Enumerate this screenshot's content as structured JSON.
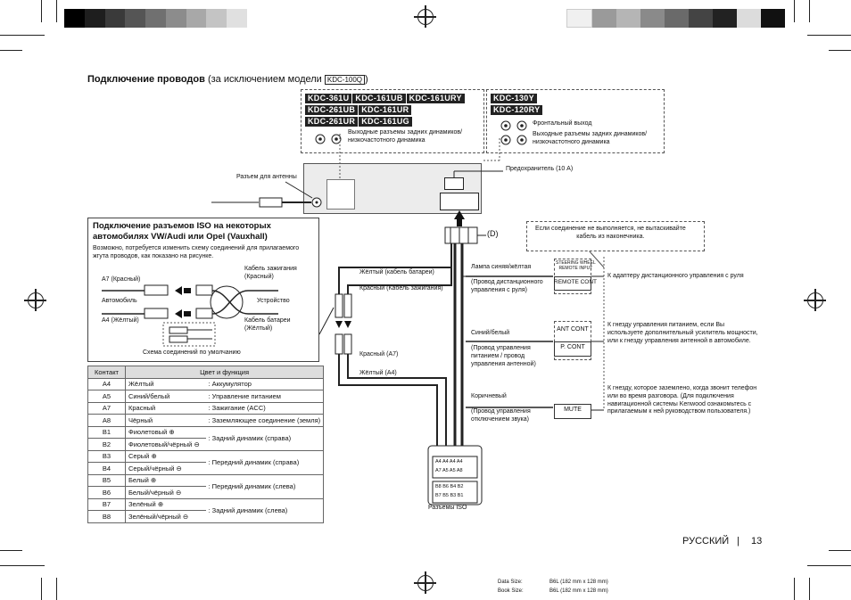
{
  "colors": {
    "swatches_left": [
      "#000000",
      "#1e1e1e",
      "#3a3a3a",
      "#555555",
      "#707070",
      "#8c8c8c",
      "#a8a8a8",
      "#c4c4c4",
      "#e0e0e0",
      "#f4f4f4"
    ],
    "swatches_right": [
      "#f0f0f0",
      "#d0d0d0",
      "#b0b0b0",
      "#909090",
      "#707070",
      "#505050",
      "#303030",
      "#101010",
      "#000000"
    ]
  },
  "section": {
    "title": "Подключение проводов",
    "subtitle": "(за исключением модели",
    "model_badge": "KDC-100Q",
    "close_paren": ")"
  },
  "models_left": [
    "KDC-361U",
    "KDC-161UB",
    "KDC-161URY",
    "KDC-261UB",
    "KDC-161UR",
    "KDC-261UR",
    "KDC-161UG"
  ],
  "models_right": [
    "KDC-130Y",
    "KDC-120RY"
  ],
  "rear_out_left": "Выходные разъемы задних динамиков/\nнизкочастотного динамика",
  "front_out": "Фронтальный выход",
  "rear_out_right": "Выходные разъемы задних динамиков/\nнизкочастотного динамика",
  "antenna_label": "Разъем для антенны",
  "fuse_label": "Предохранитель (10 A)",
  "d_label": "(D)",
  "iso_panel": {
    "title": "Подключение разъемов ISO на некоторых\nавтомобилях VW/Audi или Opel (Vauxhall)",
    "body": "Возможно, потребуется изменить схему соединений для прилагаемого\nжгута проводов, как показано на рисунке.",
    "a7": "A7 (Красный)",
    "car": "Автомобиль",
    "a4": "A4 (Жёлтый)",
    "ign_cable": "Кабель зажигания\n(Красный)",
    "device": "Устройство",
    "bat_cable": "Кабель батареи\n(Жёлтый)",
    "default": "Схема соединений по умолчанию"
  },
  "wires": {
    "yellow_bat": "Жёлтый (кабель батареи)",
    "red_ign": "Красный (Кабель зажигания)",
    "red_a7": "Красный (A7)",
    "yellow_a4": "Жёлтый (A4)",
    "blue_yellow": "Лампа синяя/жёлтая",
    "steer_remote": "(Провод дистанционного\nуправления с руля)",
    "blue_white": "Синий/белый",
    "power_ctrl": "(Провод управления\nпитанием / провод\nуправления антенной)",
    "brown": "Коричневый",
    "mute_ctrl": "(Провод управления\nотключением звука)",
    "iso_connectors": "Разъемы ISO"
  },
  "connectors": {
    "steer_box": "STEERING WHEEL\nREMOTE INPUT",
    "remote_cont": "REMOTE CONT",
    "ant_cont": "ANT CONT",
    "p_cont": "P. CONT",
    "mute": "MUTE"
  },
  "notes": {
    "no_pull": "Если соединение не выполняется, не вытаскивайте\nкабель из наконечника.",
    "steer": "К адаптеру дистанционного управления с руля",
    "power": "К гнезду управления питанием, если Вы\nиспользуете дополнительный усилитель мощности,\nили к гнезду управления антенной в автомобиле.",
    "mute": "К гнезду, которое заземлено, когда звонит телефон\nили во время разговора. (Для подключения\nнавигационной системы Kenwood ознакомьтесь с\nприлагаемым к ней руководством пользователя.)"
  },
  "iso_table": {
    "headers": [
      "Контакт",
      "Цвет и функция"
    ],
    "rows": [
      [
        "A4",
        "Жёлтый",
        ": Аккумулятор"
      ],
      [
        "A5",
        "Синий/белый",
        ": Управление питанием"
      ],
      [
        "A7",
        "Красный",
        ": Зажигание (ACC)"
      ],
      [
        "A8",
        "Чёрный",
        ": Заземляющее соединение (земля)"
      ],
      [
        "B1",
        "Фиолетовый",
        ": Задний динамик (справа)"
      ],
      [
        "B2",
        "Фиолетовый/чёрный",
        ""
      ],
      [
        "B3",
        "Серый",
        ": Передний динамик (справа)"
      ],
      [
        "B4",
        "Серый/чёрный",
        ""
      ],
      [
        "B5",
        "Белый",
        ": Передний динамик (слева)"
      ],
      [
        "B6",
        "Белый/чёрный",
        ""
      ],
      [
        "B7",
        "Зелёный",
        ": Задний динамик (слева)"
      ],
      [
        "B8",
        "Зелёный/чёрный",
        ""
      ]
    ],
    "plus": "⊕",
    "minus": "⊖"
  },
  "footer": {
    "language": "РУССКИЙ",
    "sep": "|",
    "page": "13",
    "data_size_label": "Data Size:",
    "data_size": "B6L (182 mm x 128 mm)",
    "book_size_label": "Book Size:",
    "book_size": "B6L (182 mm x 128 mm)"
  },
  "iso_pins": {
    "a_row1": "A4 A4 A4 A4",
    "a_row2": "A7 A5 A5 A8",
    "b_row1": "B8 B6 B4 B2",
    "b_row2": "B7 B5 B3 B1"
  }
}
